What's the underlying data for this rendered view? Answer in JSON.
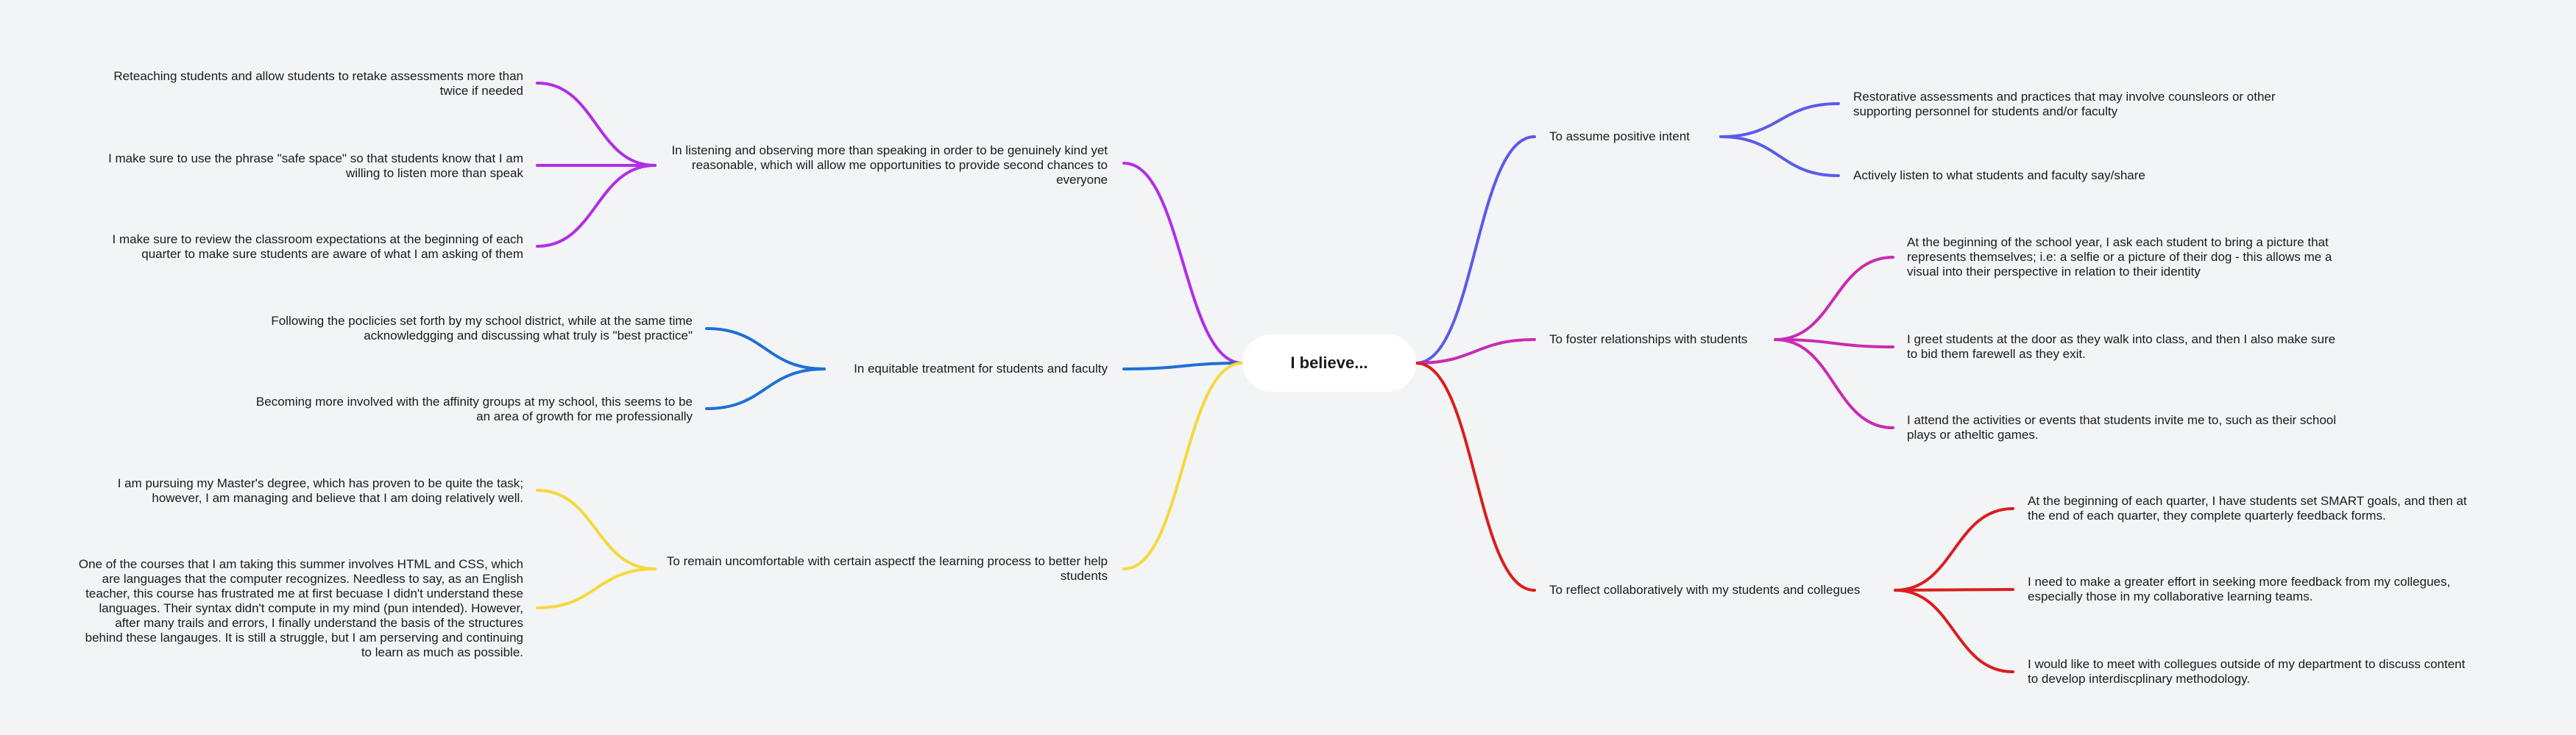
{
  "root": {
    "label": "I believe..."
  },
  "colors": {
    "purple": "#b12ee8",
    "blue": "#1f6fd6",
    "yellow": "#f5d93b",
    "indigo": "#5b5be8",
    "magenta": "#c92bb3",
    "red": "#d91f1f"
  },
  "branches": [
    {
      "id": "listening",
      "label": "In listening and observing more than speaking in order to be genuinely kind yet reasonable, which will allow me opportunities to provide second chances to everyone",
      "children": [
        "Reteaching students and allow students to retake assessments more than twice if needed",
        "I make sure to use the phrase \"safe space\" so that students know that I am willing to listen more than speak",
        "I make sure to review the classroom expectations at the beginning of each quarter to make sure students are aware of what I am asking of them"
      ]
    },
    {
      "id": "equitable",
      "label": "In equitable treatment for students and faculty",
      "children": [
        "Following the poclicies set forth by my school district, while at the same time acknowledgging and discussing what truly is \"best practice\"",
        "Becoming more involved with the affinity groups at my school, this seems to be an area of growth for me professionally"
      ]
    },
    {
      "id": "uncomfortable",
      "label": "To remain uncomfortable with certain aspectf the learning process to better help students",
      "children": [
        "I am pursuing my Master's degree, which has proven to be quite the task; however, I am managing and believe that I am doing relatively well.",
        "One of the courses that I am taking this summer involves HTML and CSS, which are languages that the computer recognizes. Needless to say, as an English teacher, this course has frustrated me at first becuase I didn't understand these languages. Their syntax didn't compute in my mind (pun intended). However, after many trails and errors, I finally understand the basis of the structures behind these langauges. It is still a struggle, but I am perserving and continuing to learn as much as possible."
      ]
    },
    {
      "id": "positive",
      "label": "To assume positive intent",
      "children": [
        "Restorative assessments and practices that may involve counsleors or other supporting personnel for students and/or faculty",
        "Actively listen to what students and faculty say/share"
      ]
    },
    {
      "id": "relationships",
      "label": "To foster relationships with students",
      "children": [
        "At the beginning of the school year, I ask each student to bring a picture that represents themselves; i.e: a selfie or a picture of their dog - this allows me a visual into their perspective in relation to their identity",
        "I greet students at the door as they walk into class, and then I also make sure to bid them farewell as they exit.",
        "I attend the activities or events that students invite me to, such as their school plays or atheltic games."
      ]
    },
    {
      "id": "reflect",
      "label": "To reflect collaboratively with my students and collegues",
      "children": [
        "At the beginning of each quarter, I have students set SMART goals, and then at the end of each quarter, they complete quarterly feedback forms.",
        "I need to make a greater effort in seeking more feedback from my collegues, especially those in my collaborative learning teams.",
        "I would like to meet with collegues outside of my department to discuss content to develop interdiscplinary methodology."
      ]
    }
  ]
}
